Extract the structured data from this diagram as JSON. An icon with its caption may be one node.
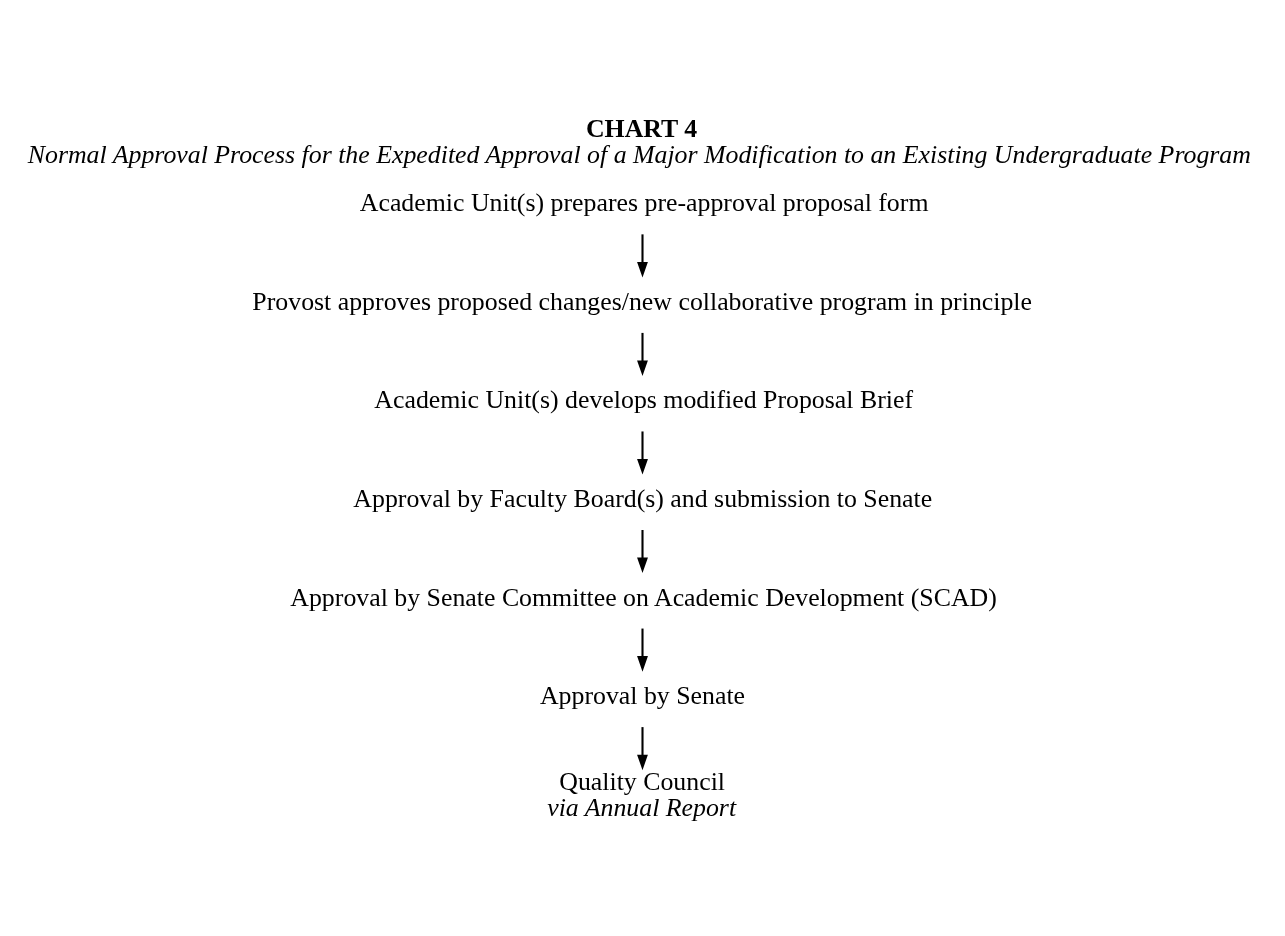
{
  "diagram": {
    "title": "CHART 4",
    "caption": "Normal Approval Process for the Expedited Approval of a Major Modification to an Existing Undergraduate Program",
    "nodes": [
      {
        "text": [
          "Academic Unit(s) prepares pre-approval proposal form"
        ]
      },
      {
        "text": [
          "Provost approves proposed changes/new collaborative program in principle"
        ]
      },
      {
        "text": [
          "Academic Unit(s) develops modified Proposal Brief"
        ]
      },
      {
        "text": [
          "Approval by Faculty Board(s) and submission to Senate"
        ]
      },
      {
        "text": [
          "Approval by Senate Committee on Academic Development (SCAD)"
        ]
      },
      {
        "text": [
          "Approval by Senate"
        ]
      },
      {
        "text": [
          "Quality Council",
          "via Annual Report"
        ]
      }
    ],
    "edges": [
      {
        "from": 0,
        "to": 1,
        "arrow": "to"
      },
      {
        "from": 1,
        "to": 2,
        "arrow": "to"
      },
      {
        "from": 2,
        "to": 3,
        "arrow": "to"
      },
      {
        "from": 3,
        "to": 4,
        "arrow": "to"
      },
      {
        "from": 4,
        "to": 5,
        "arrow": "to"
      },
      {
        "from": 5,
        "to": 6,
        "arrow": "to"
      }
    ]
  }
}
